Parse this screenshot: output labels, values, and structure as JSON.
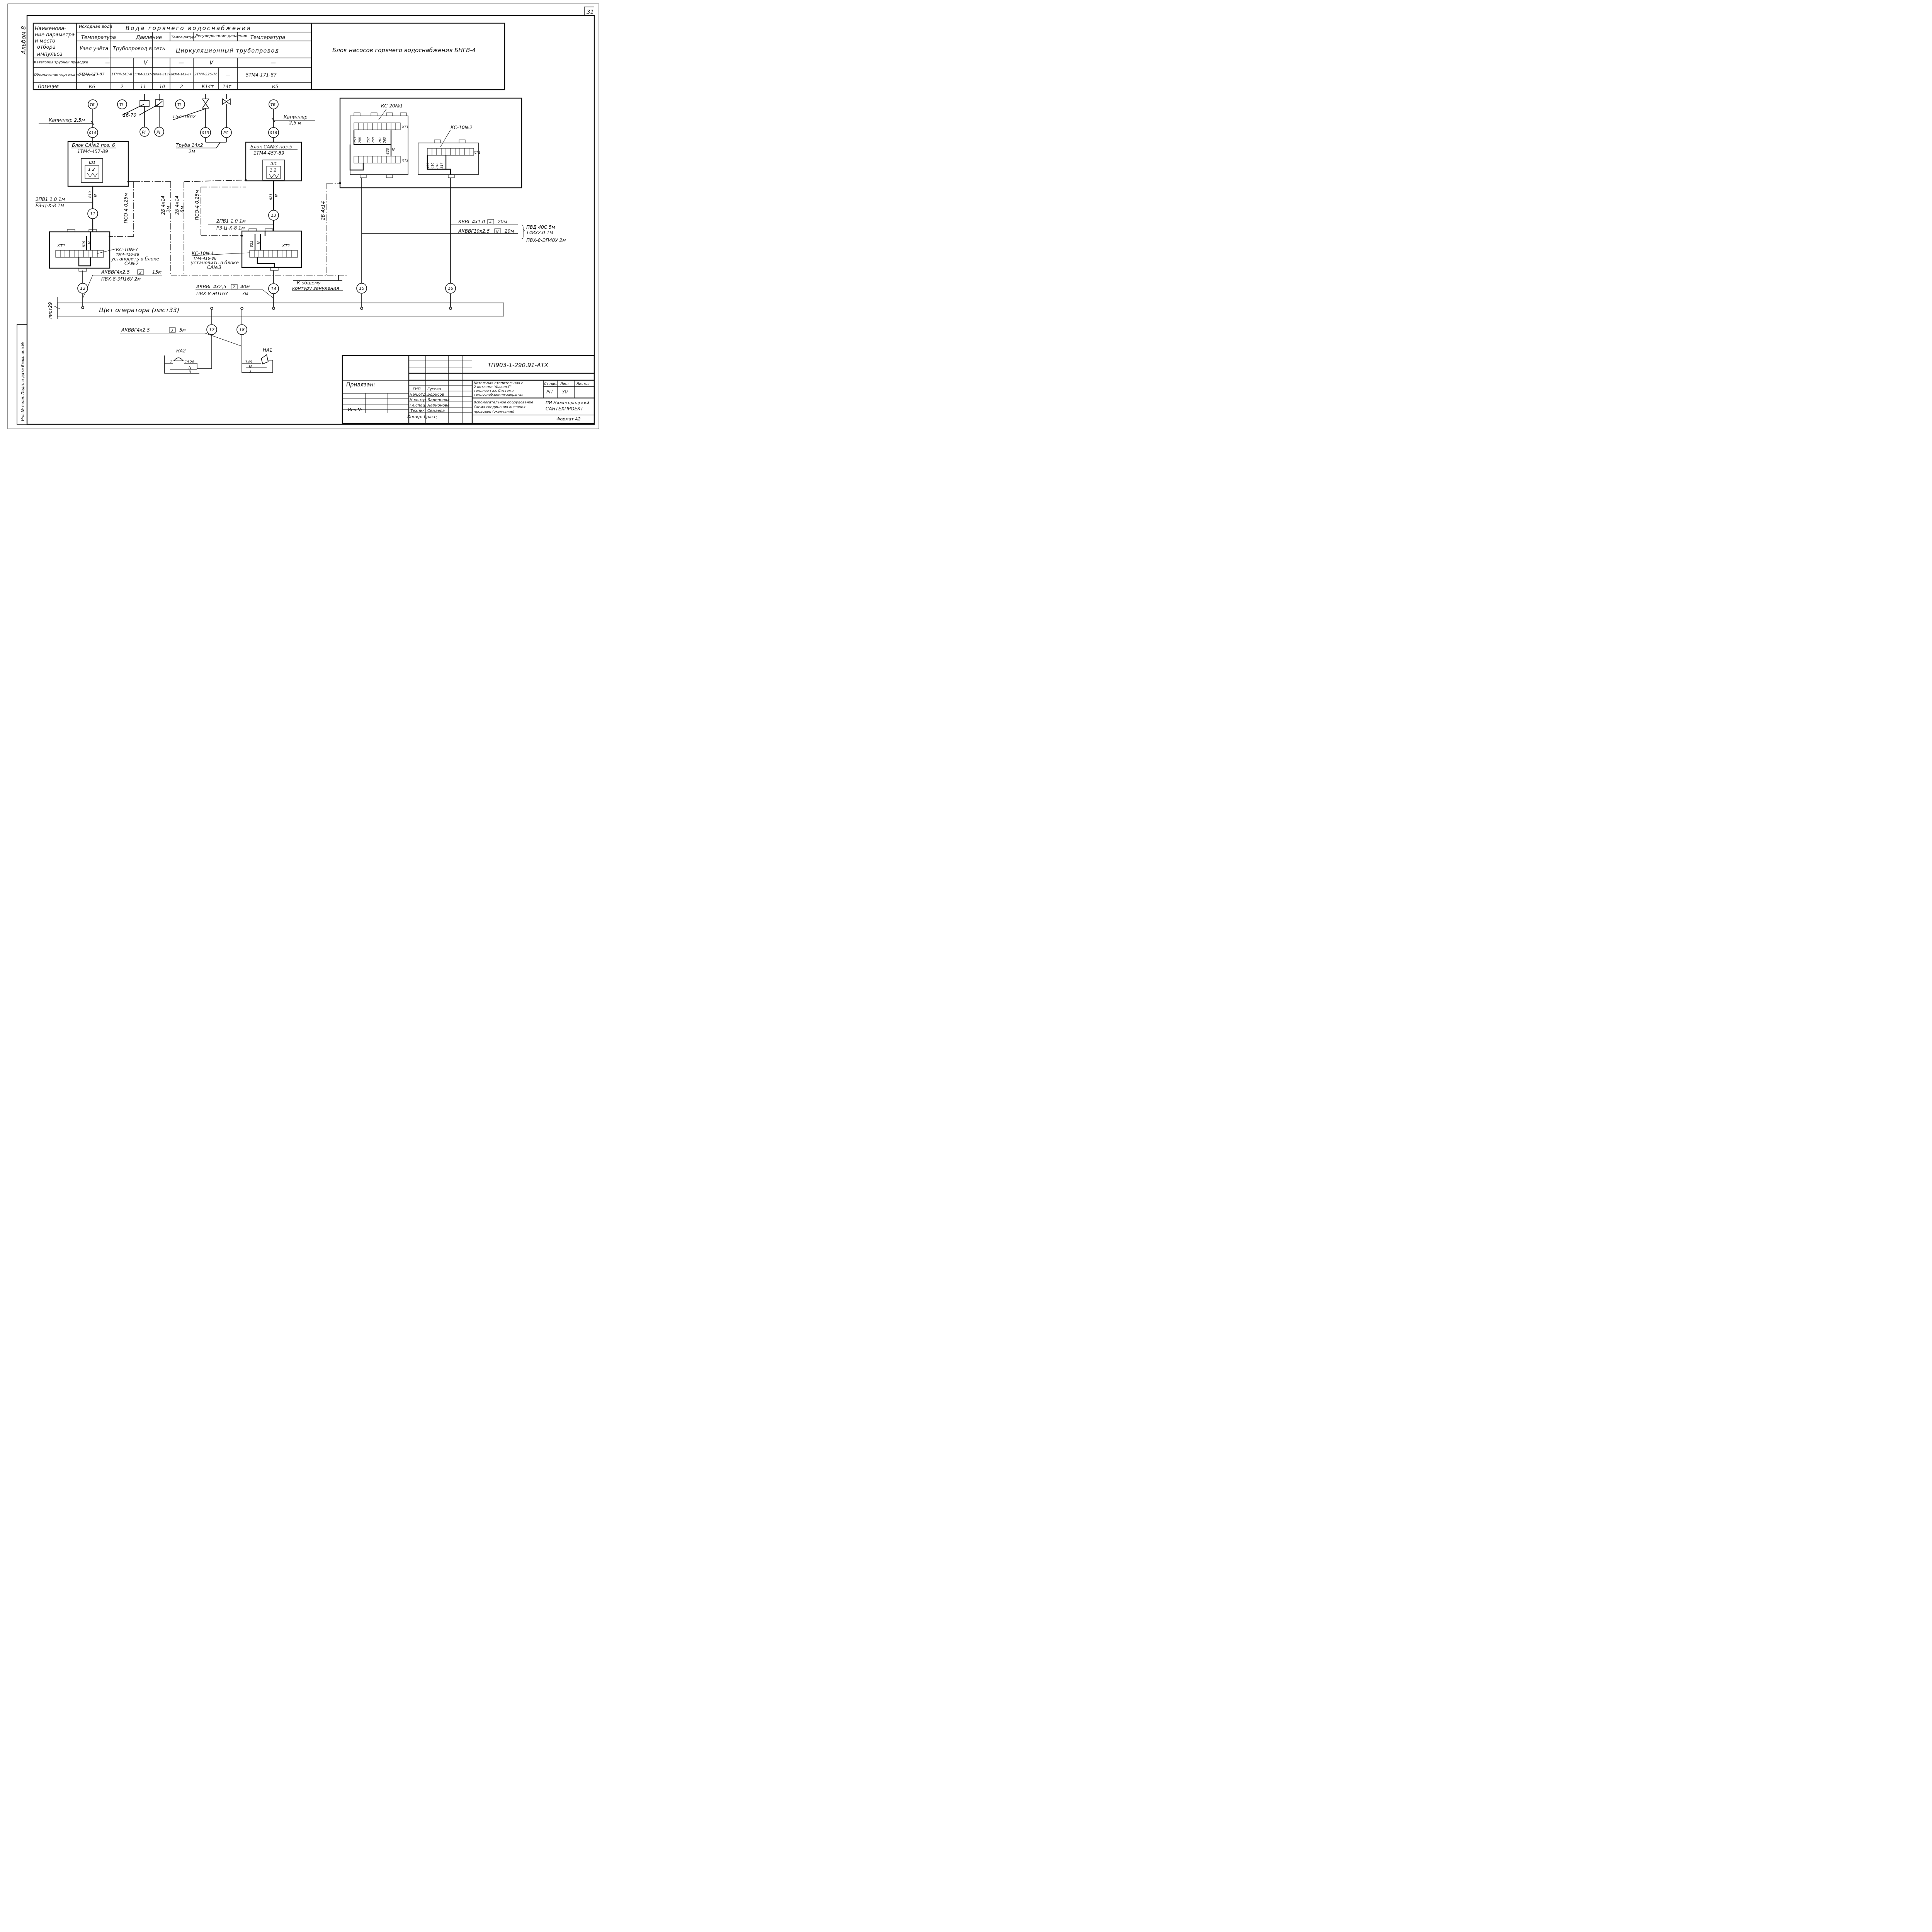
{
  "sheet": {
    "page_number": "31",
    "album": "Альбом 8",
    "header": "Блок насосов горячего водоснабжения БНГВ-4"
  },
  "table": {
    "row_label_1": "Наименова-ние параметра и место отбора импульса",
    "source_water": "Исходная вода",
    "hot_water": "Вода горячего водоснабжения",
    "temperature": "Температура",
    "pressure": "Давление",
    "temp_short": "Темпе-ратура",
    "pressure_reg": "Регулирование давления",
    "temperature2": "Температура",
    "meter_node": "Узел учёта",
    "pipe_to_net": "Трубопровод в сеть",
    "circ_pipe": "Циркуляционный трубопровод",
    "row_label_2": "Категория трубной проводки",
    "cat_dash1": "—",
    "cat_v1": "V",
    "cat_dash2": "—",
    "cat_v2": "V",
    "cat_dash3": "—",
    "row_label_3": "Обозначение чертежа установки",
    "d1": "5ТМ4-173-87",
    "d2": "1ТМ4-143-87",
    "d3": "1ТК4-3137-70",
    "d4": "2ТК4-3137-70",
    "d5": "1ТМ4-143-87",
    "d6": "2ТМ4-226-76",
    "d7": "—",
    "d8": "5ТМ4-171-87",
    "row_label_4": "Позиция",
    "p1": "К6",
    "p2": "2",
    "p3": "11",
    "p4": "10",
    "p5": "2",
    "p6": "К14т",
    "p7": "14т",
    "p8": "К5"
  },
  "field": {
    "te1": "TE",
    "ti1": "TI",
    "ti2": "TI",
    "te2": "TE",
    "pi1": "PI",
    "pi2": "PI",
    "pc": "PC",
    "cap1": "Капилляр 2,5м",
    "cap2_a": "Капилляр",
    "cap2_b": "2,5 м",
    "pipe_16_70": "16-70",
    "pipe_15kch": "15кч18п2",
    "tube_a": "Труба 14х2",
    "tube_b": "2м",
    "n_014": "014",
    "n_013": "013",
    "n_016": "016"
  },
  "blocks": {
    "ca2_title": "Блок СА№2 поз. 6",
    "ca2_sub": "1ТМ4-457-89",
    "ca3_title": "Блок СА№3 поз.5",
    "ca3_sub": "1ТМ4-457-89",
    "sh1": "Ш1",
    "sh1_b": "Ш1",
    "pins": "1 2",
    "pins_b": "1 2",
    "xt1": "ХТ1",
    "xt1_b": "ХТ1",
    "kc3_a": "КС-10№3",
    "kc3_b": "ТМ4-416-86",
    "kc3_c": "установить в блоке",
    "kc3_d": "СА№2",
    "kc4_a": "КС-10№4",
    "kc4_b": "ТМ4-416-86",
    "kc4_c": "установить в блоке",
    "kc4_d": "СА№3",
    "kc20": "КС-20№1",
    "kc10n2": "КС-10№2",
    "xt1_c": "ХТ1",
    "xt2_c": "ХТ2",
    "xt1_d": "ХТ1"
  },
  "wires": {
    "w819": "819",
    "w_n1": "N",
    "w821": "821",
    "w_n2": "N",
    "w819b": "819",
    "w_n3": "N",
    "w821b": "821",
    "w_n4": "N",
    "w820": "820",
    "w_n5": "N",
    "w_top": [
      "753",
      "755",
      "757",
      "759",
      "761",
      "763"
    ],
    "w_bot2": [
      "409",
      "410",
      "816",
      "817"
    ],
    "c11": "11",
    "c12": "12",
    "c13": "13",
    "c14": "14",
    "c15": "15",
    "c16": "16",
    "c17": "17",
    "c18": "18"
  },
  "cables": {
    "pv1_a": "2ПВ1 1.0 1м",
    "pv1_b": "РЗ-Ц-Х-8 1м",
    "pso1": "ПСО-4 0,25м",
    "b26_1a": "2Б 4х14",
    "b26_1b": "2м",
    "b26_2a": "2Б 4х14",
    "b26_2b": "8м",
    "pso2": "ПСО-4 0.25м",
    "pv2_a": "2ПВ1 1.0 1м",
    "pv2_b": "РЗ-Ц-Х-8 1м",
    "b26_3": "2Б 4х14",
    "akvvg2_a": "АКВВГ4х2,5",
    "akvvg2_box": "2",
    "akvvg2_b": "15м",
    "akvvg2_c": "ПВХ-8-ЭП16У 2м",
    "akvvg14_a": "АКВВГ 4х2,5",
    "akvvg14_box": "2",
    "akvvg14_b": "40м",
    "akvvg14_c": "ПВХ-8-ЭП16У",
    "akvvg14_d": "7м",
    "ground_a": "К общему",
    "ground_b": "контуру зануления",
    "kvvg_a": "КВВГ 4х1.0",
    "kvvg_box": "4",
    "kvvg_b": "20м",
    "akvvg10_a": "АКВВГ10х2,5",
    "akvvg10_box": "8",
    "akvvg10_b": "20м",
    "pvd_a": "ПВД 40С 5м",
    "pvd_b": "Т48х2.0 1м",
    "pvd_c": "ПВХ-8-ЭП40У 2м",
    "akvvg3_a": "АКВВГ4х2.5",
    "akvvg3_box": "3",
    "akvvg3_b": "5м"
  },
  "panel": {
    "label": "Щит оператора (лист33)",
    "sheet29": "лист29"
  },
  "devices": {
    "ha2": "НА2",
    "ha1": "НА1",
    "w528": "528",
    "w149": "149",
    "w_n_a": "N",
    "w_n_b": "N",
    "w2": "2",
    "w1": "1",
    "w3a": "3",
    "w3b": "3"
  },
  "title_block": {
    "code": "ТП903-1-290.91-АТХ",
    "bound": "Привязан:",
    "inv": "Инв.№",
    "copy": "Копир: Грасц",
    "roles": [
      "ГИП",
      "Нач.отд.",
      "Н.контр.",
      "Гл.спец.",
      "Техник"
    ],
    "names": [
      "Гусева",
      "Борисов",
      "Ларионова",
      "Ларионова",
      "Семаева"
    ],
    "desc1_a": "Котельная отопительная с",
    "desc1_b": "2 котлами \"Факел-Г\"",
    "desc1_c": "топливо-газ. Система",
    "desc1_d": "теплоснабжения-закрытая",
    "desc2_a": "Вспомогательное оборудование",
    "desc2_b": "Схема соединения внешних",
    "desc2_c": "проводок (окончание)",
    "stage_h": "Стадия",
    "sheet_h": "Лист",
    "sheets_h": "Листов",
    "stage": "РП",
    "sheet": "30",
    "org_a": "ПИ Нижегородский",
    "org_b": "САНТЕХПРОЕКТ",
    "format": "Формат А2",
    "stamp": "Инв.№ подл. Подп. и дата Взам. инв.№"
  }
}
